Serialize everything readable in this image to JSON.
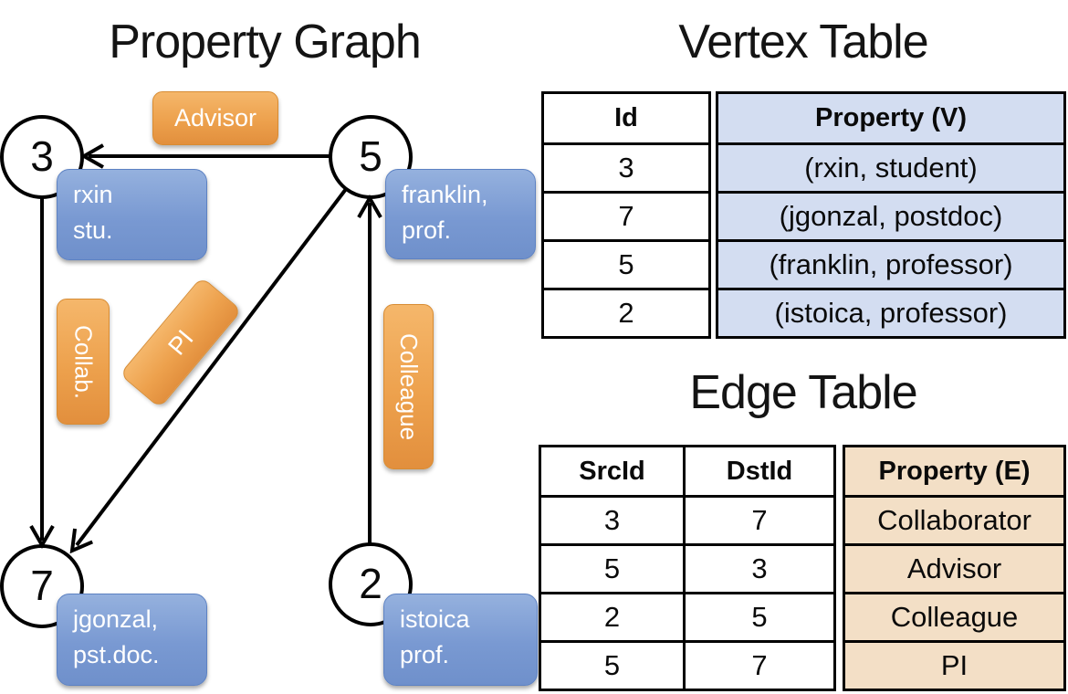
{
  "graph": {
    "title": "Property Graph",
    "nodes": {
      "n3": "3",
      "n5": "5",
      "n7": "7",
      "n2": "2"
    },
    "vertex_boxes": {
      "rxin": {
        "line1": "rxin",
        "line2": "stu."
      },
      "franklin": {
        "line1": "franklin,",
        "line2": "prof."
      },
      "jgonzal": {
        "line1": "jgonzal,",
        "line2": "pst.doc."
      },
      "istoica": {
        "line1": "istoica",
        "line2": "prof."
      }
    },
    "edge_labels": {
      "advisor": "Advisor",
      "collab": "Collab.",
      "pi": "PI",
      "colleague": "Colleague"
    }
  },
  "vertex_table": {
    "title": "Vertex Table",
    "columns": {
      "id": "Id",
      "property": "Property (V)"
    },
    "rows": [
      {
        "id": "3",
        "property": "(rxin, student)"
      },
      {
        "id": "7",
        "property": "(jgonzal, postdoc)"
      },
      {
        "id": "5",
        "property": "(franklin, professor)"
      },
      {
        "id": "2",
        "property": "(istoica, professor)"
      }
    ]
  },
  "edge_table": {
    "title": "Edge Table",
    "columns": {
      "src": "SrcId",
      "dst": "DstId",
      "property": "Property (E)"
    },
    "rows": [
      {
        "src": "3",
        "dst": "7",
        "property": "Collaborator"
      },
      {
        "src": "5",
        "dst": "3",
        "property": "Advisor"
      },
      {
        "src": "2",
        "dst": "5",
        "property": "Colleague"
      },
      {
        "src": "5",
        "dst": "7",
        "property": "PI"
      }
    ]
  },
  "colors": {
    "vertex_property_fill": "#d3ddf1",
    "edge_property_fill": "#f3dfc6",
    "edge_label_orange": "#eda14d",
    "vertex_label_blue": "#7999d2",
    "line_black": "#000000"
  }
}
